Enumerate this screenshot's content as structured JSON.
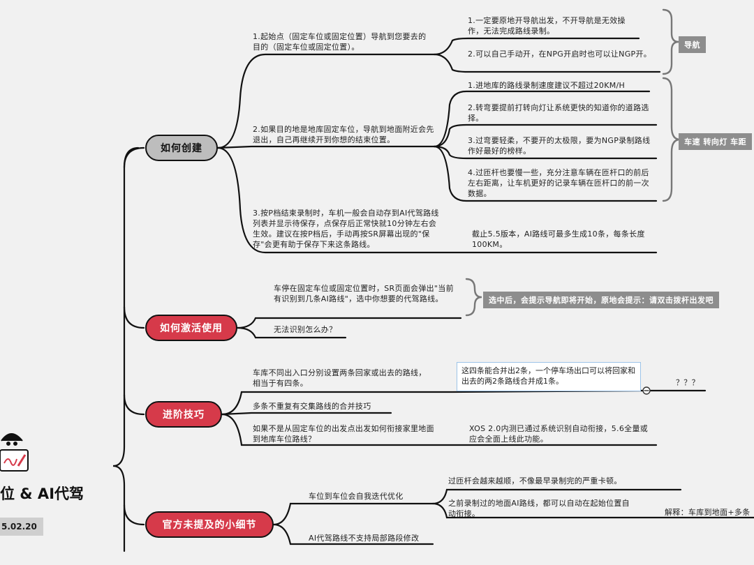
{
  "root": {
    "title": "位 & AI代驾",
    "date": "5.02.20"
  },
  "topics": {
    "create": "如何创建",
    "activate": "如何激活使用",
    "advanced": "进阶技巧",
    "details": "官方未提及的小细节"
  },
  "create": {
    "b1": "1.起始点（固定车位或固定位置）导航到您要去的目的（固定车位或固定位置）。",
    "b1_c1": "1.一定要原地开导航出发，不开导航是无效操作，无法完成路线录制。",
    "b1_c2": "2.可以自己手动开，在NPG开启时也可以让NGP开。",
    "b2": "2.如果目的地是地库固定车位，导航到地面附近会先退出，自己再继续开到你想的结束位置。",
    "b2_c1": "1.进地库的路线录制速度建议不超过20KM/H",
    "b2_c2": "2.转弯要提前打转向灯让系统更快的知道你的道路选择。",
    "b2_c3": "3.过弯要轻柔，不要开的太极限，要为NGP录制路线作好最好的榜样。",
    "b2_c4": "4.过匝杆也要慢一些，充分注意车辆在匝杆口的前后左右距离，让车机更好的记录车辆在匝杆口的前一次数据。",
    "b3": "3.按P档结束录制时，车机一般会自动存到AI代驾路线列表并显示待保存，点保存后正常快就10分钟左右会生效。建议在按P档后，手动再按SR屏幕出现的\"保存\"会更有助于保存下来这条路线。",
    "b3_c1": "截止5.5版本，AI路线可最多生成10条，每条长度100KM。",
    "tag_nav": "导航",
    "tag_speed": "车速 转向灯 车距"
  },
  "activate": {
    "b1": "车停在固定车位或固定位置时，SR页面会弹出\"当前有识别到几条AI路线\"，选中你想要的代驾路线。",
    "b2": "无法识别怎么办？",
    "tag": "选中后，会提示导航即将开始，原地会提示：请双击拨杆出发吧"
  },
  "advanced": {
    "b1": "车库不同出入口分别设置两条回家或出去的路线，相当于有四条。",
    "b1_note": "这四条能合并出2条，一个停车场出口可以将回家和出去的两2条路线合并成1条。",
    "b1_q": "？？？",
    "b2": "多条不重复有交集路线的合并技巧",
    "b3": "如果不是从固定车位的出发点出发如何衔接家里地面到地库车位路线？",
    "b3_c1": "XOS 2.0内测已通过系统识别自动衔接，5.6全量或应会全面上线此功能。"
  },
  "details": {
    "b1": "车位到车位会自我迭代优化",
    "b1_c1": "过匝杆会越来越顺，不像最早录制完的严重卡顿。",
    "b1_c2": "之前录制过的地面AI路线，都可以自动在起始位置自动衔接。",
    "b1_c2_note": "解释：车库到地面+多条",
    "b2": "AI代驾路线不支持局部路段修改"
  },
  "colors": {
    "topic_red": "#d63a4a",
    "topic_gray": "#bdbdbd",
    "tag_gray": "#8d8d8d",
    "note_border": "#9cc3e8"
  }
}
